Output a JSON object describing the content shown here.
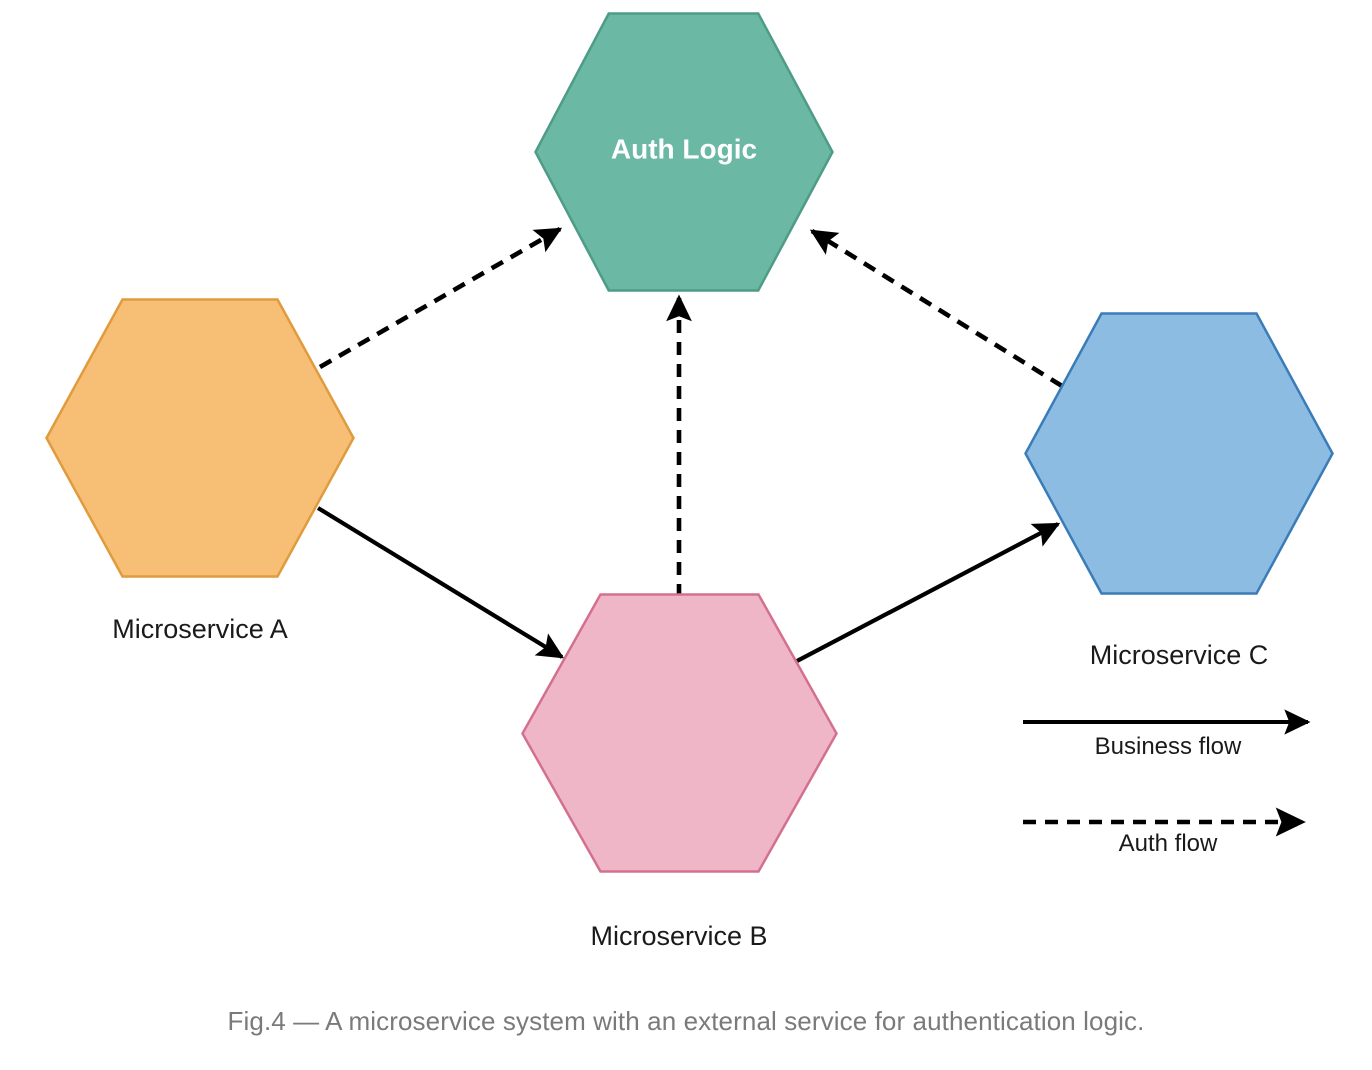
{
  "figure": {
    "caption": "Fig.4 — A microservice system with an external service for authentication logic.",
    "background_color": "#ffffff"
  },
  "nodes": {
    "auth": {
      "label": "Auth Logic",
      "shape": "hexagon",
      "fill_color": "#6BB8A4",
      "stroke_color": "#4E9C87",
      "text_color": "#ffffff",
      "label_position": "inside"
    },
    "service_a": {
      "label": "Microservice A",
      "shape": "hexagon",
      "fill_color": "#F7BE76",
      "stroke_color": "#E09B3D",
      "text_color": "#1a1a1a",
      "label_position": "below"
    },
    "service_b": {
      "label": "Microservice B",
      "shape": "hexagon",
      "fill_color": "#EFB6C8",
      "stroke_color": "#D4708F",
      "text_color": "#1a1a1a",
      "label_position": "below"
    },
    "service_c": {
      "label": "Microservice C",
      "shape": "hexagon",
      "fill_color": "#8CBCE2",
      "stroke_color": "#3A7CB8",
      "text_color": "#1a1a1a",
      "label_position": "below"
    }
  },
  "edges": [
    {
      "from": "service_a",
      "to": "auth",
      "style": "dashed",
      "flow": "Auth flow"
    },
    {
      "from": "service_c",
      "to": "auth",
      "style": "dashed",
      "flow": "Auth flow"
    },
    {
      "from": "service_b",
      "to": "auth",
      "style": "dashed",
      "flow": "Auth flow"
    },
    {
      "from": "service_a",
      "to": "service_b",
      "style": "solid",
      "flow": "Business flow"
    },
    {
      "from": "service_b",
      "to": "service_c",
      "style": "solid",
      "flow": "Business flow"
    }
  ],
  "legend": {
    "items": [
      {
        "label": "Business flow",
        "style": "solid",
        "color": "#000000"
      },
      {
        "label": "Auth flow",
        "style": "dashed",
        "color": "#000000"
      }
    ]
  }
}
